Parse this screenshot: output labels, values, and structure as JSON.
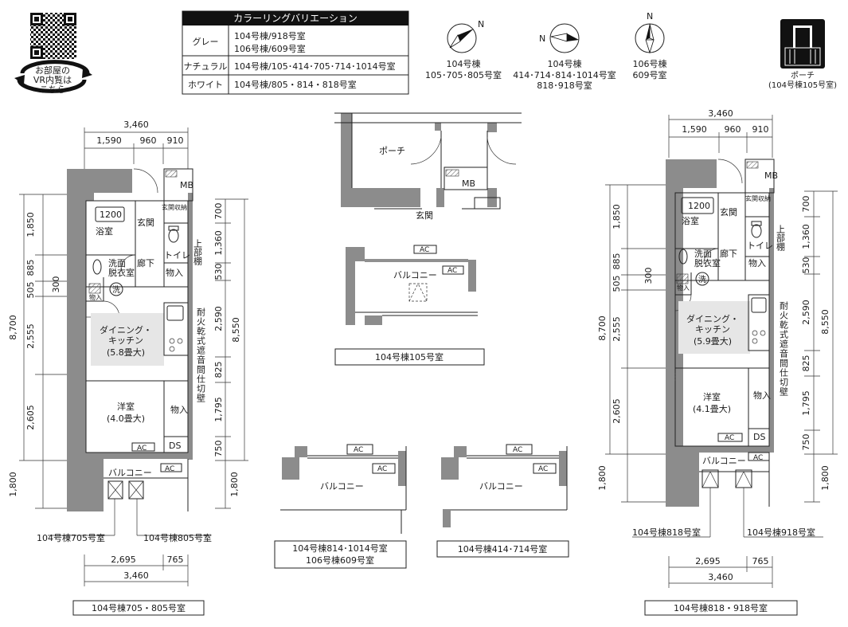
{
  "qr": {
    "caption_lines": [
      "お部屋の",
      "VR内覧は",
      "こちら"
    ]
  },
  "color_table": {
    "header": "カラーリングバリエーション",
    "rows": [
      {
        "name": "グレー",
        "lines": [
          "104号棟/918号室",
          "106号棟/609号室"
        ]
      },
      {
        "name": "ナチュラル",
        "lines": [
          "104号棟/105･414･705･714･1014号室"
        ]
      },
      {
        "name": "ホワイト",
        "lines": [
          "104号棟/805・814・818号室"
        ]
      }
    ]
  },
  "compasses": [
    {
      "letter": "N",
      "lines": [
        "104号棟",
        "105･705･805号室"
      ]
    },
    {
      "letter": "N",
      "lines": [
        "104号棟",
        "414･714･814･1014号室",
        "818･918号室"
      ]
    },
    {
      "letter": "N",
      "lines": [
        "106号棟",
        "609号室"
      ]
    }
  ],
  "porch_icon": {
    "lines": [
      "ポーチ",
      "(104号棟105号室)"
    ]
  },
  "left_plan": {
    "top_dims": {
      "total": "3,460",
      "parts": [
        "1,590",
        "960",
        "910"
      ]
    },
    "bottom_dims": {
      "parts": [
        "2,695",
        "765"
      ],
      "total": "3,460"
    },
    "left_dims": [
      "1,850",
      "885",
      "505",
      "2,555",
      "2,605",
      "1,800"
    ],
    "left_outer": [
      "8,700",
      "300"
    ],
    "right_dims": [
      "700",
      "1,360",
      "530",
      "2,590",
      "825",
      "1,795",
      "750",
      "1,800"
    ],
    "right_outer": "8,550",
    "rooms": {
      "mb": "MB",
      "bath_size": "1200",
      "bath": "浴室",
      "genkan": "玄関",
      "genkan_storage": "玄関収納",
      "toilet": "トイレ",
      "shelf": "上部棚",
      "washroom_1": "洗面",
      "washroom_2": "脱衣室",
      "hall": "廊下",
      "storage": "物入",
      "wash": "洗",
      "storage_small": "物入",
      "dk_1": "ダイニング・",
      "dk_2": "キッチン",
      "dk_size": "(5.8畳大)",
      "youshitsu": "洋室",
      "youshitsu_size": "(4.0畳大)",
      "storage_2": "物入",
      "ds": "DS",
      "wall_note": "耐火乾式遮音間仕切壁",
      "ac": "AC",
      "ac2": "AC",
      "balcony": "バルコニー"
    },
    "callouts": [
      "104号棟705号室",
      "104号棟805号室"
    ],
    "caption": "104号棟705・805号室"
  },
  "porch_detail": {
    "porch": "ポーチ",
    "mb": "MB",
    "genkan": "玄関"
  },
  "balcony_105": {
    "ac": "AC",
    "ac2": "AC",
    "balcony": "バルコニー",
    "caption": "104号棟105号室"
  },
  "balcony_814": {
    "ac": "AC",
    "ac2": "AC",
    "balcony": "バルコニー",
    "caption_lines": [
      "104号棟814･1014号室",
      "106号棟609号室"
    ]
  },
  "balcony_414": {
    "ac": "AC",
    "ac2": "AC",
    "balcony": "バルコニー",
    "caption": "104号棟414･714号室"
  },
  "right_plan": {
    "top_dims": {
      "total": "3,460",
      "parts": [
        "1,590",
        "960",
        "910"
      ]
    },
    "bottom_dims": {
      "parts": [
        "2,695",
        "765"
      ],
      "total": "3,460"
    },
    "left_dims": [
      "1,850",
      "885",
      "505",
      "2,555",
      "2,605",
      "1,800"
    ],
    "left_outer": [
      "8,700",
      "300"
    ],
    "right_dims": [
      "700",
      "1,360",
      "530",
      "2,590",
      "825",
      "1,795",
      "750",
      "1,800"
    ],
    "right_outer": "8,550",
    "rooms": {
      "mb": "MB",
      "bath_size": "1200",
      "bath": "浴室",
      "genkan": "玄関",
      "genkan_storage": "玄関収納",
      "toilet": "トイレ",
      "shelf": "上部棚",
      "washroom_1": "洗面",
      "washroom_2": "脱衣室",
      "hall": "廊下",
      "storage": "物入",
      "wash": "洗",
      "storage_small": "物入",
      "dk_1": "ダイニング・",
      "dk_2": "キッチン",
      "dk_size": "(5.9畳大)",
      "youshitsu": "洋室",
      "youshitsu_size": "(4.1畳大)",
      "storage_2": "物入",
      "ds": "DS",
      "wall_note": "耐火乾式遮音間仕切壁",
      "ac": "AC",
      "ac2": "AC",
      "balcony": "バルコニー"
    },
    "callouts": [
      "104号棟818号室",
      "104号棟918号室"
    ],
    "caption": "104号棟818・918号室"
  }
}
